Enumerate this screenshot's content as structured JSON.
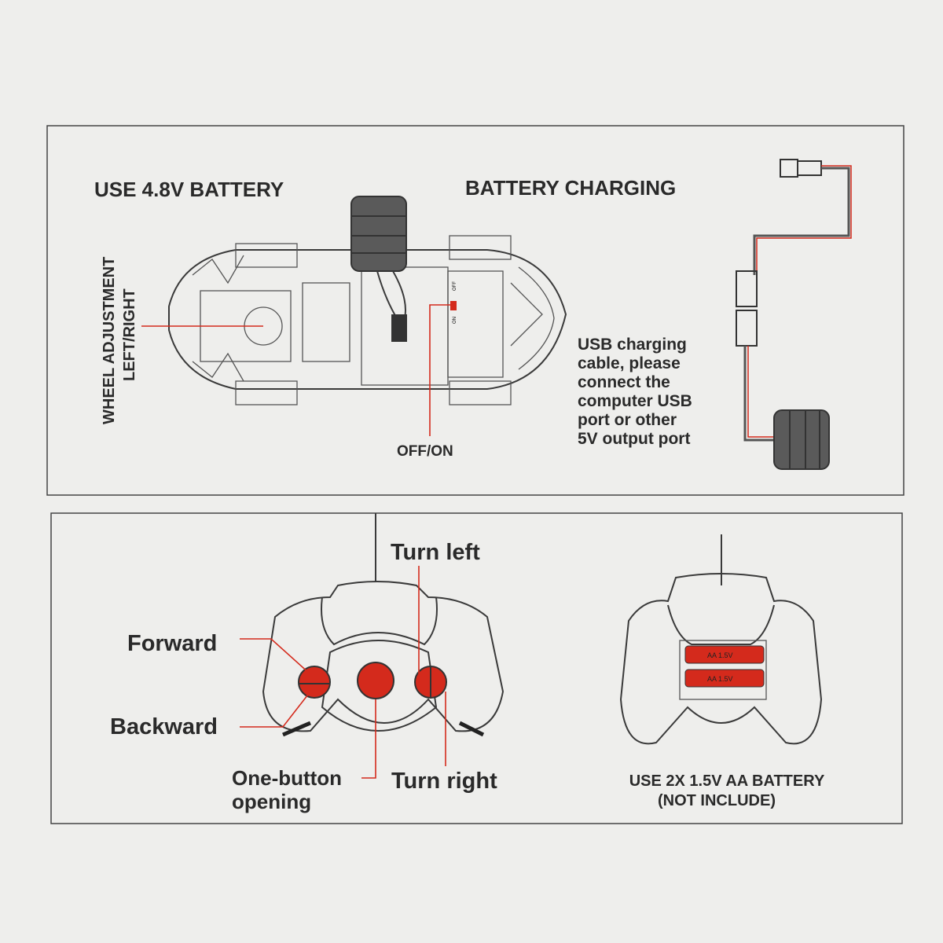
{
  "top_panel": {
    "battery_title": "USE 4.8V BATTERY",
    "charging_title": "BATTERY CHARGING",
    "wheel_adjust": [
      "WHEEL ADJUSTMENT",
      "LEFT/RIGHT"
    ],
    "switch_label": "OFF/ON",
    "switch_small": {
      "off": "OFF",
      "on": "ON"
    },
    "usb_text": [
      "USB charging",
      "cable, please",
      "connect the",
      "computer USB",
      "port or other",
      "5V output port"
    ]
  },
  "bottom_panel": {
    "turn_left": "Turn left",
    "forward": "Forward",
    "backward": "Backward",
    "one_button": [
      "One-button",
      "opening"
    ],
    "turn_right": "Turn right",
    "battery_note": [
      "USE 2X 1.5V AA BATTERY",
      "(NOT INCLUDE)"
    ],
    "aa_label": "AA 1.5V"
  },
  "colors": {
    "accent_red": "#d42a1c",
    "battery_gray": "#5a5a5a",
    "background": "#eeeeec"
  }
}
